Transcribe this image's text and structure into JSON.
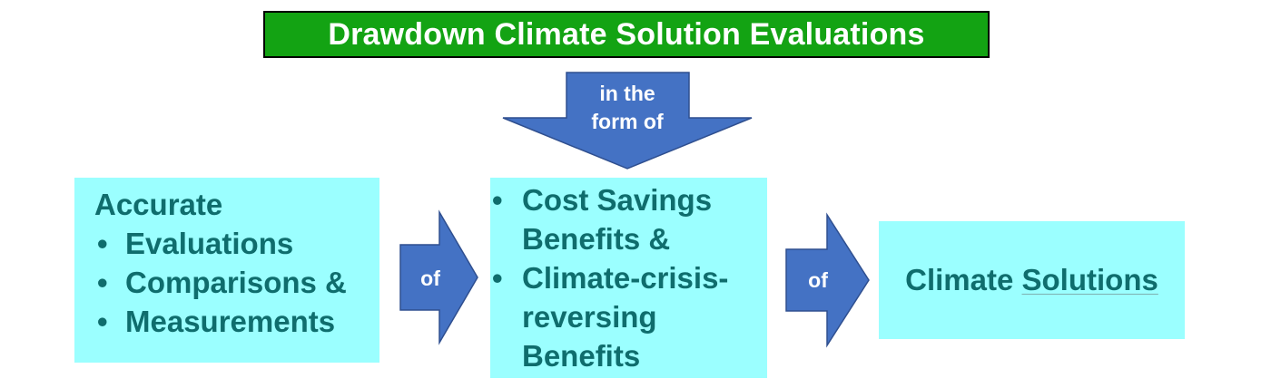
{
  "title": "Drawdown Climate Solution Evaluations",
  "down_arrow": {
    "line1": "in the",
    "line2": "form of"
  },
  "left_box": {
    "heading": "Accurate",
    "items": [
      "Evaluations",
      "Comparisons &",
      "Measurements"
    ]
  },
  "left_arrow": {
    "label": "of"
  },
  "middle_box": {
    "items": [
      {
        "lines": [
          "Cost Savings",
          "Benefits &"
        ]
      },
      {
        "lines": [
          "Climate-crisis-",
          "reversing",
          "Benefits"
        ]
      }
    ]
  },
  "right_arrow": {
    "label": "of"
  },
  "right_box": {
    "text_part1": "Climate ",
    "text_part2": "Solutions"
  },
  "bullet_char": "•",
  "colors": {
    "title_bg": "#13a313",
    "box_bg": "#9bffff",
    "box_text": "#0f6d6d",
    "arrow_fill": "#4472c4",
    "arrow_stroke": "#2f4f8f"
  }
}
